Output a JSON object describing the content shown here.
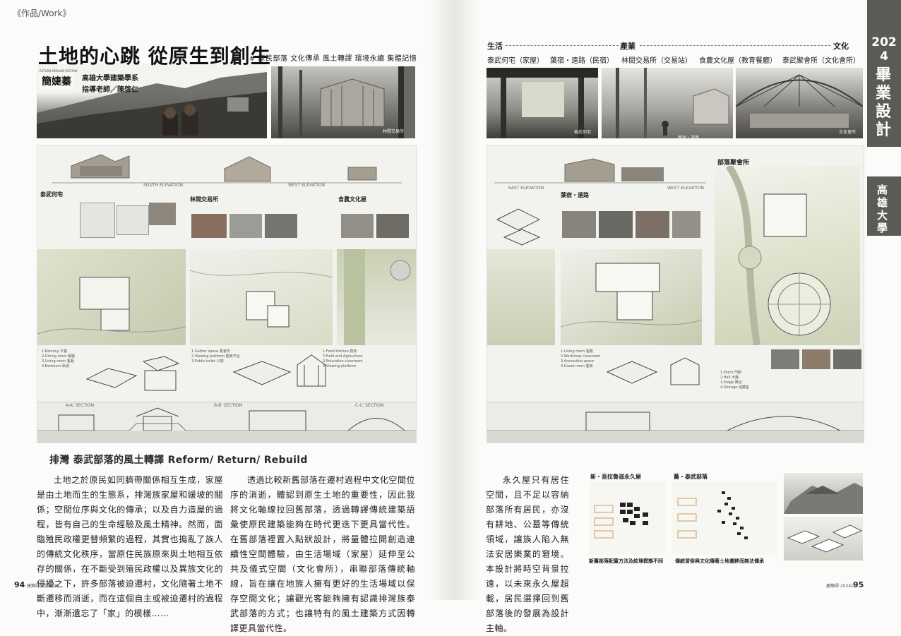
{
  "header": {
    "section": "《作品/Work》"
  },
  "left_page": {
    "title": "土地的心跳 從原生到創生",
    "tags": "# 原民部落  文化傳承  風土轉譯  環境永續  集體記憶",
    "author": "簡婕蓁",
    "school": "高雄大學建築學系",
    "advisor": "指導老師／陳啓仁",
    "subtitle": "排灣 泰武部落的風土轉譯 Reform/ Return/ Rebuild",
    "paragraph1": "土地之於原民如同臍帶關係相互生成，家屋是由土地而生的生態系，排灣族家屋和緩坡的關係；空間位序與文化的傳承；以及自力造屋的過程，皆有自己的生命經驗及風土精神。然而，面臨殖民政權更替頻繁的過程，其實也搗亂了族人的傳統文化秩序，當原住民族原來與土地相互依存的關係，在不斷受到殖民政權以及異族文化的侵擾之下，許多部落被迫遷村，文化隨著土地不斷遷移而消逝，而在這個自主或被迫遷村的過程中，漸漸遺忘了「家」的模樣……",
    "paragraph2": "透過比較新舊部落在遷村過程中文化空間位序的消逝，體認到原生土地的重要性，因此我將文化軸線拉回舊部落，透過轉譯傳統建築語彙使原民建築能夠在時代更迭下更具當代性。在舊部落裡置入點狀設計，將量體拉開創造連續性空間體驗，由生活場域（家屋）延伸至公共及儀式空間（文化會所），串聯部落傳統軸線，旨在讓在地族人擁有更好的生活場域以保存空間文化；讓觀光客能夠擁有認識排灣族泰武部落的方式；也讓特有的風土建築方式因轉譯更具當代性。",
    "page_number": "94",
    "footer_mag": "建築師 2024/09",
    "photo1_caption": "林間交易所",
    "photo_tag": "RETURN·REBUILD·REFORM",
    "board": {
      "label_house": "泰武何宅",
      "label_market": "林間交易所",
      "label_food": "食農文化屋",
      "elev_south": "SOUTH ELEVATION",
      "elev_west": "WEST ELEVATION",
      "legend1": "1.Balcony 平臺\n2.Dining room 餐廳\n3.Living room 客廳\n4.Bedroom 臥房",
      "legend2": "1.Gather space 集會所\n2.Viewing platform 觀景平台\n3.Public toilet 公廁",
      "legend3": "1.Food kitchen 廚房\n2.Field and Agriculture\n3.Education classroom\n4.Viewing platform",
      "sec_a": "A-A' SECTION",
      "sec_b": "B-B' SECTION",
      "sec_c": "C-C' SECTION"
    }
  },
  "right_page": {
    "cat_life": "生活",
    "cat_industry": "產業",
    "cat_culture": "文化",
    "items": [
      "泰武何宅（家屋）",
      "葉宿・遠路（民宿）",
      "林間交易所（交易站）",
      "食農文化屋（教育餐廳）",
      "泰武聚會所（文化會所）"
    ],
    "photo_captions": [
      "泰武何宅",
      "葉宿・遠路",
      "文化會所"
    ],
    "paragraph": "永久屋只有居住空間，且不足以容納部落所有居民，亦沒有耕地、公墓等傳統領域，讓族人陷入無法安居樂業的窘境。本設計將時空背景拉遠，以未來永久屋超載，居民選擇回到舊部落後的發展為設計主軸。",
    "map_new_title": "新・吾拉魯滋永久屋",
    "map_old_title": "舊・泰武部落",
    "map_new_caption": "新舊部落配置方法及紋理模態不同",
    "map_old_caption": "傳統習俗與文化隨著土地遷移而無法傳承",
    "page_number": "95",
    "footer_mag": "建築師 2024/09",
    "board": {
      "label_stay": "葉宿・遠路",
      "label_hall": "部落聚會所",
      "elev_east": "EAST ELEVATION",
      "elev_west": "WEST ELEVATION",
      "legend1": "1.Living room 客廳\n2.Workshop classroom\n3.Accessible space\n4.Guest room 客房",
      "legend2": "1.Porch 門廊\n2.Hall 大廳\n3.Stage 舞台\n4.Storage 儲藏室"
    }
  },
  "sidebar": {
    "year": "2024",
    "heading": "畢業設計",
    "school": "高雄大學"
  }
}
